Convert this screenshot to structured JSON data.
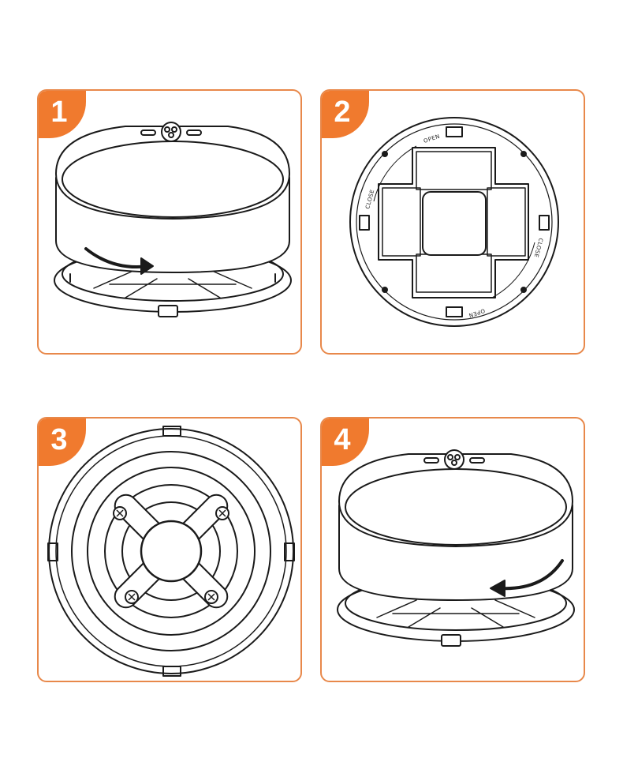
{
  "steps": [
    {
      "number": "1"
    },
    {
      "number": "2",
      "labels": {
        "open_top": "OPEN",
        "close_left": "CLOSE",
        "close_right": "CLOSE",
        "open_bottom": "OPEN"
      }
    },
    {
      "number": "3"
    },
    {
      "number": "4"
    }
  ],
  "colors": {
    "accent": "#f07a2e",
    "border": "#e8884a",
    "line": "#1a1a1a"
  },
  "icons": [
    "rotate-clockwise-arrow",
    "rotate-counterclockwise-arrow"
  ]
}
